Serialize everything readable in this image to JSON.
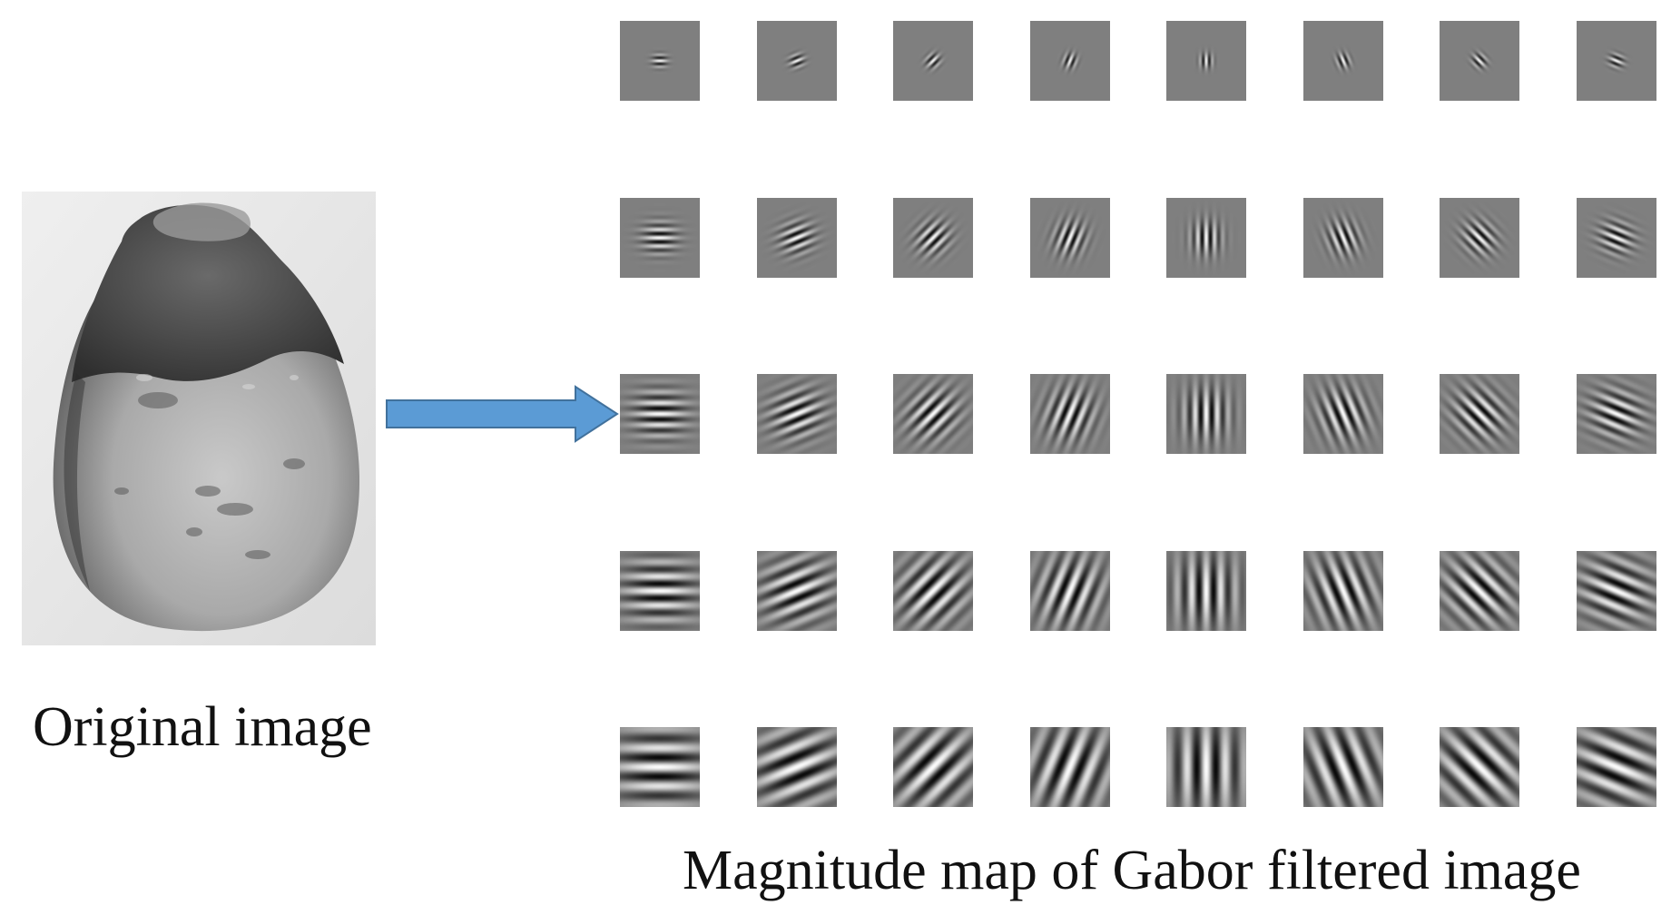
{
  "figure": {
    "original_caption": "Original image",
    "gabor_caption": "Magnitude map of Gabor filtered image"
  },
  "colors": {
    "arrow_fill": "#5b9bd5",
    "arrow_stroke": "#41719c",
    "kernel_background": "#7f7f7f"
  },
  "gabor_bank": {
    "scales": 5,
    "orientations": 8
  }
}
